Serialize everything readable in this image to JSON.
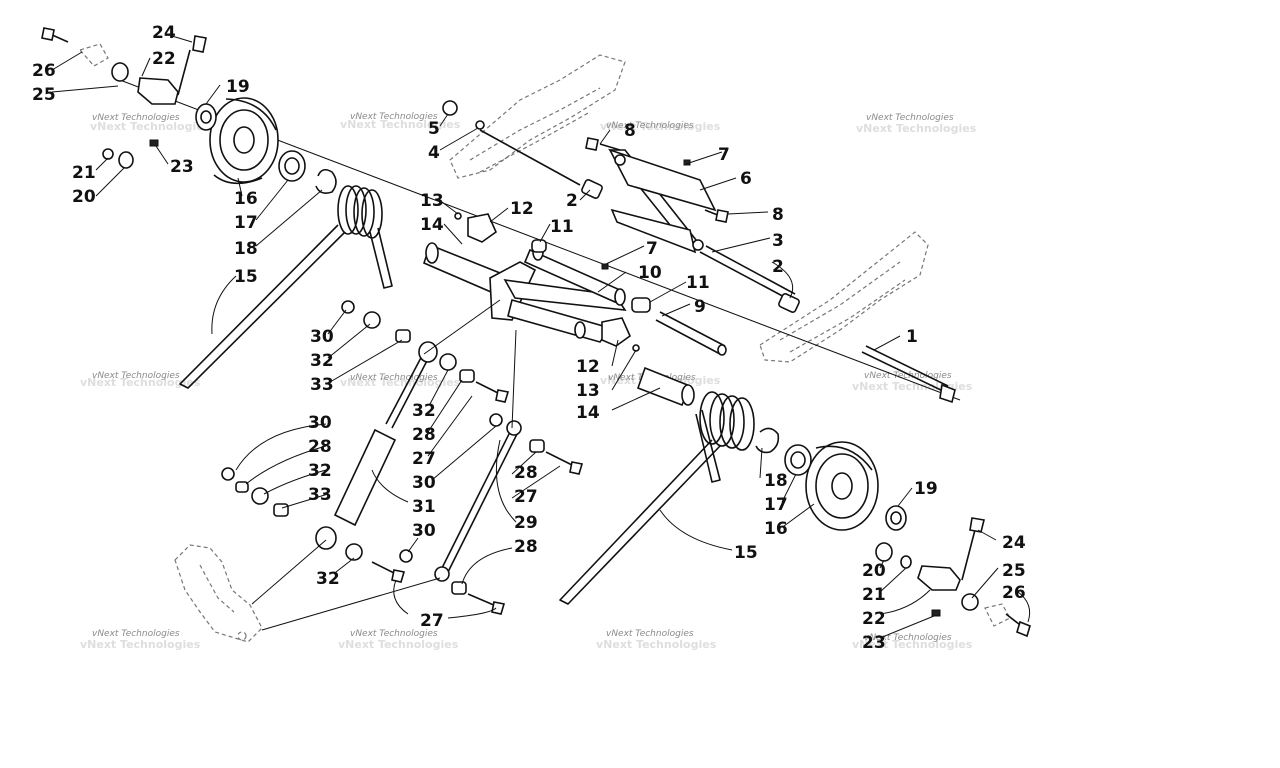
{
  "diagram": {
    "watermark_text": "vNext Technologies",
    "callouts": [
      "1",
      "2",
      "3",
      "4",
      "5",
      "6",
      "7",
      "8",
      "9",
      "10",
      "11",
      "12",
      "13",
      "14",
      "15",
      "16",
      "17",
      "18",
      "19",
      "20",
      "21",
      "22",
      "23",
      "24",
      "25",
      "26",
      "27",
      "28",
      "29",
      "30",
      "31",
      "32",
      "33"
    ]
  }
}
